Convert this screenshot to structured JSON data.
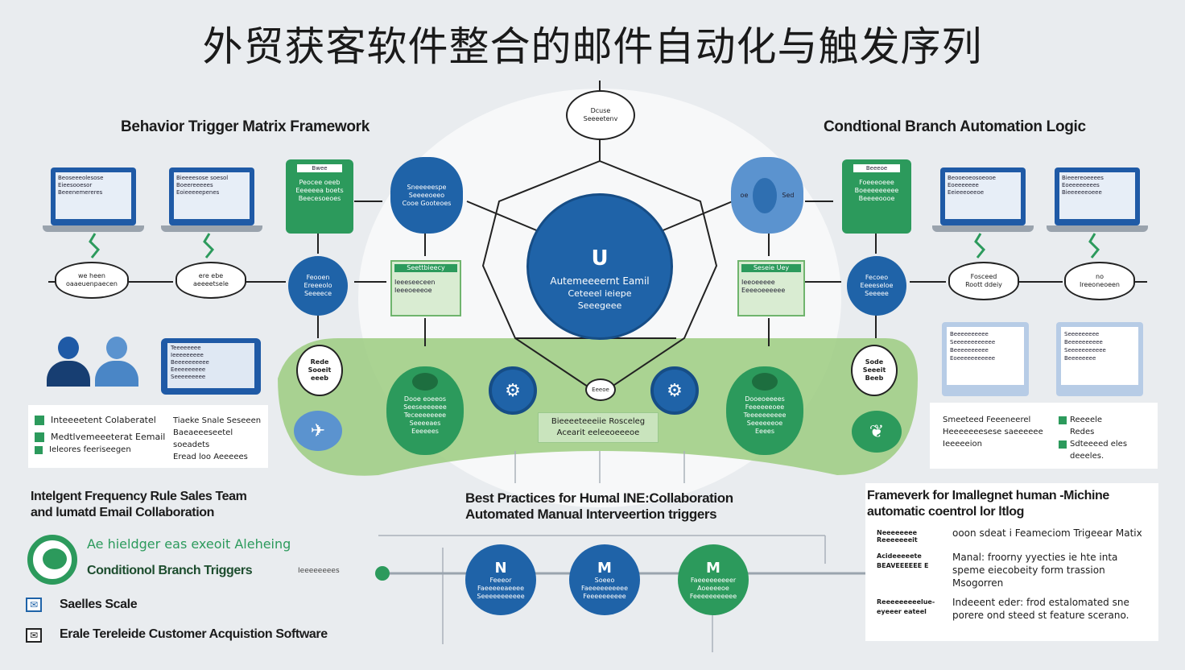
{
  "title": "外贸获客软件整合的邮件自动化与触发序列",
  "left_header": "Behavior Trigger Matrix Framework",
  "right_header": "Condtional Branch Automation Logic",
  "top_bubble": {
    "line1": "Dcuse",
    "line2": "Seeeetenv"
  },
  "laptops_left": [
    {
      "lines": [
        "Beoseeeolesose",
        "Eieesooesor",
        "Beeenemereres"
      ]
    },
    {
      "lines": [
        "Bieeeesose soesol",
        "Boeereeeees",
        "Eoieeeeepenes"
      ]
    }
  ],
  "laptops_right": [
    {
      "lines": [
        "Beooeoeosoeooe",
        "Eoeeeeeee",
        "Eeieeeoeeoe"
      ]
    },
    {
      "lines": [
        "Bieeereoeeees",
        "Eoeeeeeeees",
        "Bieeeeeeoeee"
      ]
    }
  ],
  "clouds_left": [
    {
      "line1": "we heen",
      "line2": "oaaeuenpaecen"
    },
    {
      "line1": "ere ebe",
      "line2": "aeeeetsele"
    }
  ],
  "clouds_right": [
    {
      "line1": "Fosceed",
      "line2": "Roott ddeiy"
    },
    {
      "line1": "no",
      "line2": "Ireeoneoeen"
    }
  ],
  "green_card_left": {
    "head": "Bwee",
    "lines": [
      "Peocee oeeb",
      "Eeeeeea boets",
      "Beecesoeoes"
    ]
  },
  "green_card_right": {
    "head": "Beeeoe",
    "lines": [
      "Foeeeoeee",
      "Boeeeeeeeee",
      "Beeeeoooe"
    ]
  },
  "blue_top_left": {
    "lines": [
      "Sneeeeespe",
      "Seeeeoeeo",
      "Cooe Gooteoes"
    ]
  },
  "blue_top_right": {
    "lines": [
      "oe",
      "Sed"
    ]
  },
  "blue_mid_left": {
    "lines": [
      "Feooen",
      "Ereeeolo",
      "Seeeece"
    ]
  },
  "blue_mid_right": {
    "lines": [
      "Fecoeo",
      "Eeeeseloe",
      "Seeeee"
    ]
  },
  "lbox_left": {
    "head": "Seettbieecy",
    "lines": [
      "Ieeeseeceen",
      "Ieeeoeeeoe"
    ]
  },
  "lbox_right": {
    "head": "Seseie Uey",
    "lines": [
      "Ieeoeeeee",
      "Eeeeoeeeeee"
    ]
  },
  "center": {
    "glyph": "U",
    "line1": "Autemeeeernt Eamil",
    "line2": "Ceteeel ieiepe",
    "line3": "Seeegeee"
  },
  "bubble_left": {
    "lines": [
      "Rede",
      "Sooeit",
      "eeeb"
    ]
  },
  "bubble_right": {
    "lines": [
      "Sode",
      "Seeeit",
      "Beeb"
    ]
  },
  "green_blob_left": {
    "lines": [
      "Dooe eoeeos",
      "Seeseeeeeee",
      "Teceeeeeeee",
      "Seeeeaes",
      "Eeeeees"
    ]
  },
  "green_blob_right": {
    "lines": [
      "Dooeoeeees",
      "Feeeeeeoee",
      "Teeeeeeeeee",
      "Seeeeeeoe",
      "Eeees"
    ]
  },
  "center_small_circle": "Eeeoe",
  "center_box": {
    "line1": "Bieeeeteeeiie Rosceleg",
    "line2": "Acearit eeleeoeeeoe"
  },
  "monitor": {
    "lines": [
      "Teeeeeeee",
      "Ieeeeeeeee",
      "Beeeeeeeeee",
      "Eeeeeeeeee",
      "Seeeeeeeee"
    ]
  },
  "left_legend": {
    "items": [
      "Inteeeetent Colaberatel",
      "Medtlvemeeeterat Eemail",
      "Ieleores feeriseegen"
    ],
    "right_lines": [
      "Tiaeke Snale Seseeen",
      "Baeaeeeseetel soeadets",
      "Eread loo Aeeeees"
    ]
  },
  "right_legend": {
    "left_lines": [
      "Smeeteed Feeeneerel",
      "Heeeeeeesese saeeeeee",
      "Ieeeeeion"
    ],
    "right_lines": [
      "Reeeele",
      "Redes",
      "Sdteeeed eles",
      "deeeles."
    ]
  },
  "right_screens": [
    {
      "lines": [
        "Beeeeeeeeee",
        "Seeeeeeeeeeee",
        "Beeeeeeeeee",
        "Eoeeeeeeeeeee"
      ]
    },
    {
      "lines": [
        "Seeeeeeeee",
        "Beeeeeeeeee",
        "Seeeeeeeeeee",
        "Beeeeeeee"
      ]
    }
  ],
  "bottom_left": {
    "heading_line1": "Intelgent Frequency Rule Sales Team",
    "heading_line2": "and lumatd Email Collaboration",
    "logo_line1": "Ae hieldger eas exeoit Aleheing",
    "logo_line2": "Conditionol Branch Triggers",
    "row1": "Saelles Scale",
    "row2": "Erale Tereleide Customer Acquistion Software"
  },
  "bottom_center": {
    "heading_line1": "Best Practices for Humal INE:Collaboration",
    "heading_line2": "Automated Manual Interveertion triggers",
    "arrow_text": "Ieeeeeeees",
    "nodes": [
      {
        "letter": "N",
        "lines": [
          "Feeeor",
          "Faeeeeeaeeee",
          "Seeeeeeeeeee"
        ]
      },
      {
        "letter": "M",
        "lines": [
          "Soeeo",
          "Faeeeeeeeeee",
          "Feeeeeeeeee"
        ]
      },
      {
        "letter": "M",
        "lines": [
          "Faeeeeeeeeer",
          "Aoeeeeoe",
          "Feeeeeeeeeee"
        ]
      }
    ]
  },
  "bottom_right": {
    "heading_line1": "Frameverk for Imallegnet human -Michine",
    "heading_line2": "automatic coentrol lor ltlog",
    "rows": [
      {
        "label": "Neeeeeeee Reeeeeeeit",
        "text": "ooon sdeat i Feameciom Trigeear Matix",
        "sub": ""
      },
      {
        "label": "Acideeeeete BEAVEEEEEE E",
        "text": "Manal: froorny yyecties ie hte inta",
        "sub": "speme eiecobeity form trassion Msogorren"
      },
      {
        "label": "Reeeeeeeeelue- eyeeer eateel",
        "text": "Indeeent eder: frod estalomated sne",
        "sub": "porere ond steed st feature scerano."
      }
    ]
  },
  "colors": {
    "blue": "#1f63a8",
    "green": "#2c9a5c",
    "light_green": "#8fc57a",
    "bg": "#e9ecef"
  }
}
